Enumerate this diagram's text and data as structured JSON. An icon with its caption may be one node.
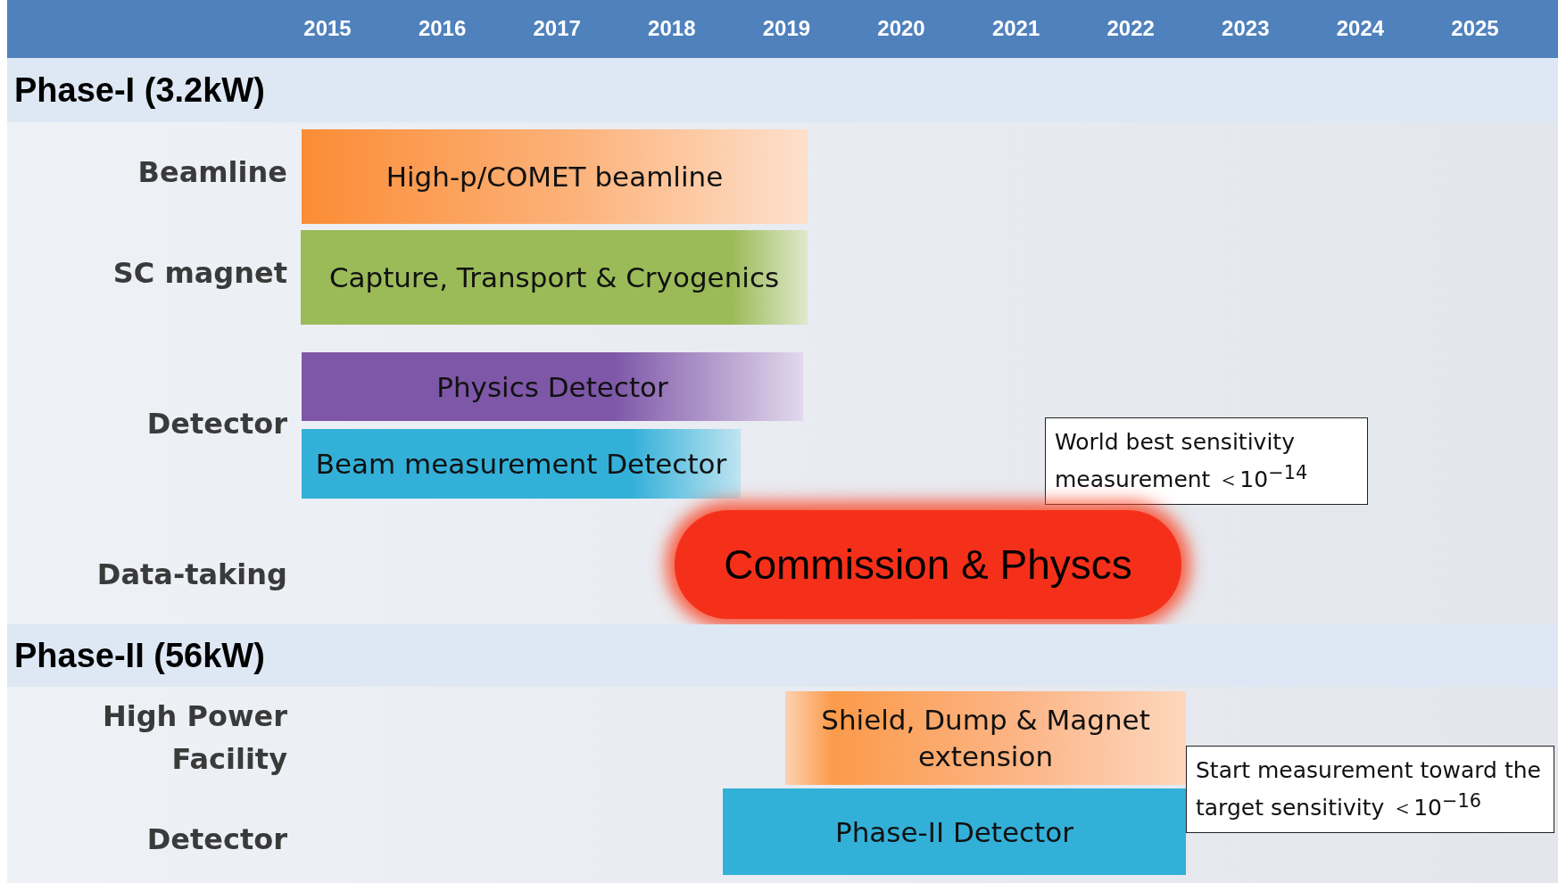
{
  "diagram": {
    "nodes": [
      {
        "text": [
          "Phase-I (3.2kW)"
        ]
      },
      {
        "text": [
          "High-p/COMET beamline"
        ]
      },
      {
        "text": [
          "Capture, Transport & Cryogenics"
        ]
      },
      {
        "text": [
          "Physics Detector"
        ]
      },
      {
        "text": [
          "Beam measurement Detector"
        ]
      },
      {
        "text": [
          "World best sensitivity measurement ＜10$^{−14}$"
        ]
      },
      {
        "text": [
          "Commission & Physcs"
        ]
      },
      {
        "text": [
          "Phase-II (56kW)"
        ]
      },
      {
        "text": [
          "Shield, Dump & Magnet extension"
        ]
      },
      {
        "text": [
          "Start measurement toward the target sensitivity ＜10$^{−16}$"
        ]
      },
      {
        "text": [
          "Phase-II Detector"
        ]
      }
    ],
    "edges": [],
    "labels": [
      "2015",
      "2016",
      "2017",
      "2018",
      "2019",
      "2020",
      "2021",
      "2022",
      "2023",
      "2024",
      "2025",
      "Beamline",
      "SC magnet",
      "Detector",
      "Data-taking",
      "High Power Facility",
      "Detector"
    ]
  }
}
